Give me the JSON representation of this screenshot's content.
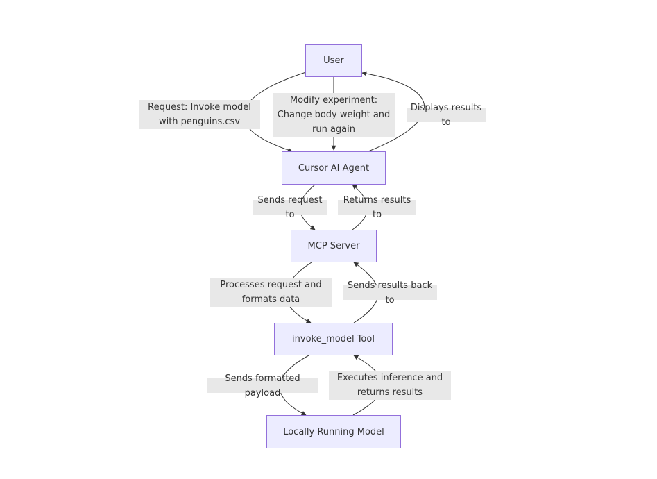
{
  "nodes": {
    "user": "User",
    "cursor": "Cursor AI Agent",
    "mcp": "MCP Server",
    "tool": "invoke_model Tool",
    "model": "Locally Running Model"
  },
  "edges": {
    "user_to_cursor": "Request: Invoke model\nwith penguins.csv",
    "modify": "Modify experiment:\nChange body weight and\nrun again",
    "display": "Displays results to",
    "cursor_to_mcp": "Sends request to",
    "mcp_to_cursor": "Returns results to",
    "mcp_to_tool": "Processes request and\nformats data",
    "tool_to_mcp": "Sends results back to",
    "tool_to_model": "Sends formatted payload",
    "model_to_tool": "Executes inference and\nreturns results"
  },
  "colors": {
    "node_fill": "#ececff",
    "node_border": "#9370db",
    "edge": "#333333",
    "label_bg": "#e8e8e8"
  }
}
